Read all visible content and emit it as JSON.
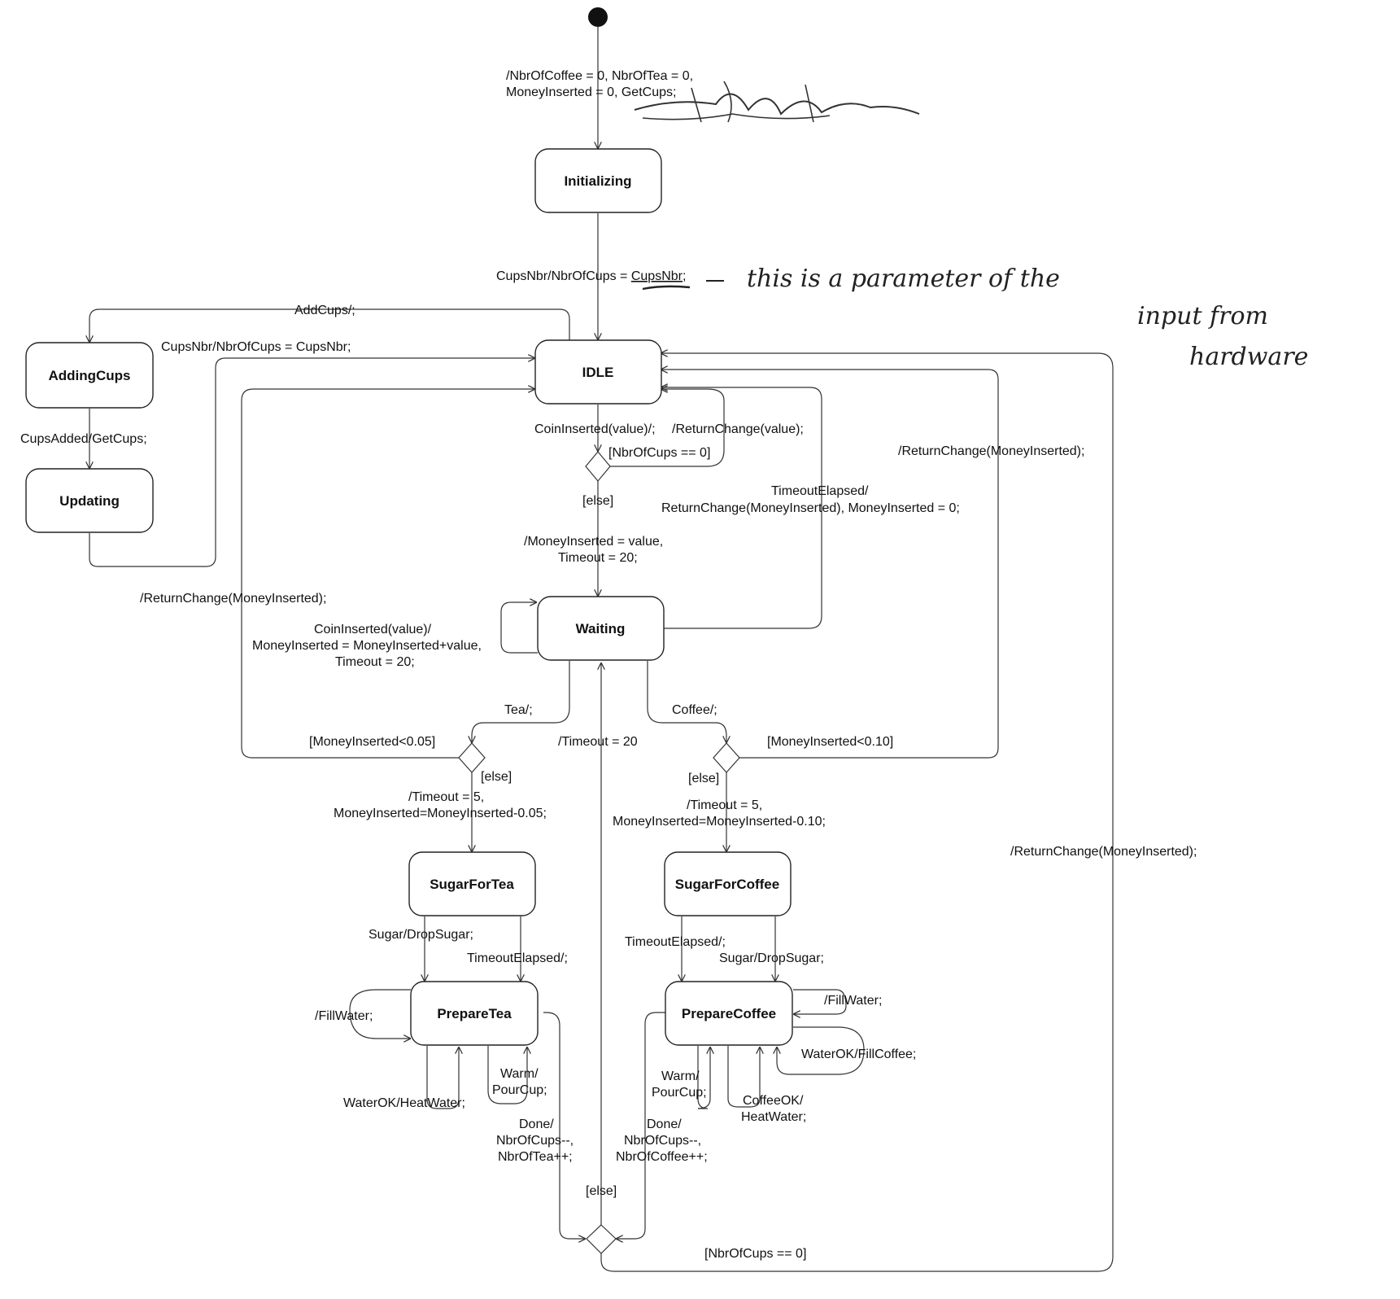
{
  "states": {
    "initializing": "Initializing",
    "idle": "IDLE",
    "adding_cups": "AddingCups",
    "updating": "Updating",
    "waiting": "Waiting",
    "sugar_for_tea": "SugarForTea",
    "sugar_for_coffee": "SugarForCoffee",
    "prepare_tea": "PrepareTea",
    "prepare_coffee": "PrepareCoffee"
  },
  "labels": {
    "init_1": "/NbrOfCoffee = 0, NbrOfTea = 0,",
    "init_2": "MoneyInserted = 0, GetCups;",
    "cupsnbr_main_prefix": "CupsNbr/NbrOfCups = ",
    "cupsnbr_main_param": "CupsNbr;",
    "add_cups": "AddCups/;",
    "cupsnbr_side": "CupsNbr/NbrOfCups = CupsNbr;",
    "cups_added": "CupsAdded/GetCups;",
    "coin_inserted": "CoinInserted(value)/;",
    "return_change_value": "/ReturnChange(value);",
    "nbr_cups_zero_top": "[NbrOfCups == 0]",
    "else_top": "[else]",
    "money_value_1": "/MoneyInserted = value,",
    "money_value_2": "Timeout = 20;",
    "timeout_elapsed_1": "TimeoutElapsed/",
    "timeout_elapsed_2": "ReturnChange(MoneyInserted), MoneyInserted = 0;",
    "return_change_right": "/ReturnChange(MoneyInserted);",
    "return_change_left": "/ReturnChange(MoneyInserted);",
    "coin_self_1": "CoinInserted(value)/",
    "coin_self_2": "MoneyInserted = MoneyInserted+value,",
    "coin_self_3": "Timeout = 20;",
    "tea": "Tea/;",
    "coffee": "Coffee/;",
    "money_lt_005": "[MoneyInserted<0.05]",
    "money_lt_010": "[MoneyInserted<0.10]",
    "timeout_20": "/Timeout = 20",
    "else_tea": "[else]",
    "else_coffee": "[else]",
    "tea_timeout_1": "/Timeout = 5,",
    "tea_timeout_2": "MoneyInserted=MoneyInserted-0.05;",
    "coffee_timeout_1": "/Timeout = 5,",
    "coffee_timeout_2": "MoneyInserted=MoneyInserted-0.10;",
    "sugar_drop_tea": "Sugar/DropSugar;",
    "timeout_elapsed_tea": "TimeoutElapsed/;",
    "timeout_elapsed_coffee": "TimeoutElapsed/;",
    "sugar_drop_coffee": "Sugar/DropSugar;",
    "fill_water_tea": "/FillWater;",
    "fill_water_coffee": "/FillWater;",
    "water_ok_fill_coffee": "WaterOK/FillCoffee;",
    "water_ok_heat": "WaterOK/HeatWater;",
    "warm_tea_1": "Warm/",
    "warm_tea_2": "PourCup;",
    "warm_coffee_1": "Warm/",
    "warm_coffee_2": "PourCup;",
    "coffee_ok_1": "CoffeeOK/",
    "coffee_ok_2": "HeatWater;",
    "done_tea_1": "Done/",
    "done_tea_2": "NbrOfCups--,",
    "done_tea_3": "NbrOfTea++;",
    "done_coffee_1": "Done/",
    "done_coffee_2": "NbrOfCups--,",
    "done_coffee_3": "NbrOfCoffee++;",
    "else_bottom": "[else]",
    "nbr_cups_zero_bottom": "[NbrOfCups == 0]",
    "return_change_far_right": "/ReturnChange(MoneyInserted);"
  },
  "handwritten_note": [
    "this is a parameter of the",
    "input from",
    "hardware"
  ]
}
